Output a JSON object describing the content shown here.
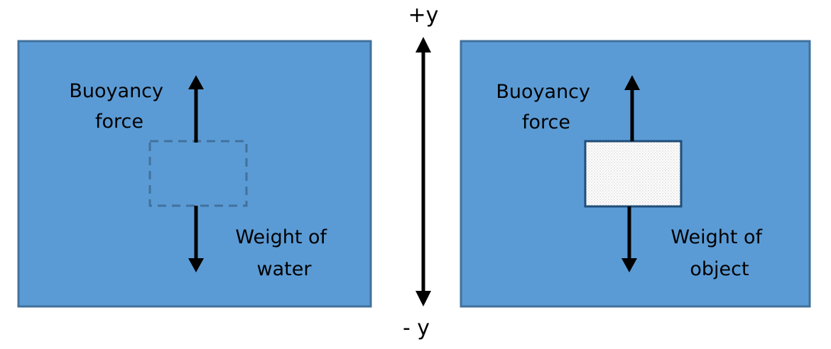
{
  "colors": {
    "water_fill": "#5b9bd5",
    "water_border": "#41719c",
    "object_fill": "#ffffff",
    "object_border": "#1f4e79",
    "dashed_outline": "#41719c",
    "arrow": "#000000"
  },
  "left_panel": {
    "buoyancy_label": {
      "line1": "Buoyancy",
      "line2": "force"
    },
    "weight_label": {
      "line1": "Weight of",
      "line2": "water"
    }
  },
  "axis": {
    "top_label": "+y",
    "bottom_label": "- y"
  },
  "right_panel": {
    "buoyancy_label": {
      "line1": "Buoyancy",
      "line2": "force"
    },
    "weight_label": {
      "line1": "Weight of",
      "line2": "object"
    }
  }
}
